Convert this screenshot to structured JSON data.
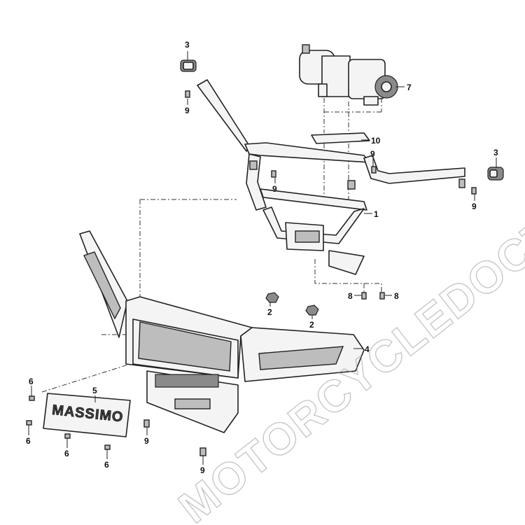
{
  "watermark": "MOTORCYCLEDOCTOR",
  "logo_plate_text": "MASSIMO",
  "callouts": [
    {
      "id": "c1",
      "label": "1"
    },
    {
      "id": "c2a",
      "label": "2"
    },
    {
      "id": "c2b",
      "label": "2"
    },
    {
      "id": "c3a",
      "label": "3"
    },
    {
      "id": "c3b",
      "label": "3"
    },
    {
      "id": "c4",
      "label": "4"
    },
    {
      "id": "c5",
      "label": "5"
    },
    {
      "id": "c6a",
      "label": "6"
    },
    {
      "id": "c6b",
      "label": "6"
    },
    {
      "id": "c6c",
      "label": "6"
    },
    {
      "id": "c6d",
      "label": "6"
    },
    {
      "id": "c7",
      "label": "7"
    },
    {
      "id": "c8a",
      "label": "8"
    },
    {
      "id": "c8b",
      "label": "8"
    },
    {
      "id": "c9a",
      "label": "9"
    },
    {
      "id": "c9b",
      "label": "9"
    },
    {
      "id": "c9c",
      "label": "9"
    },
    {
      "id": "c9d",
      "label": "9"
    },
    {
      "id": "c9e",
      "label": "9"
    },
    {
      "id": "c9f",
      "label": "9"
    },
    {
      "id": "c10",
      "label": "10"
    }
  ]
}
